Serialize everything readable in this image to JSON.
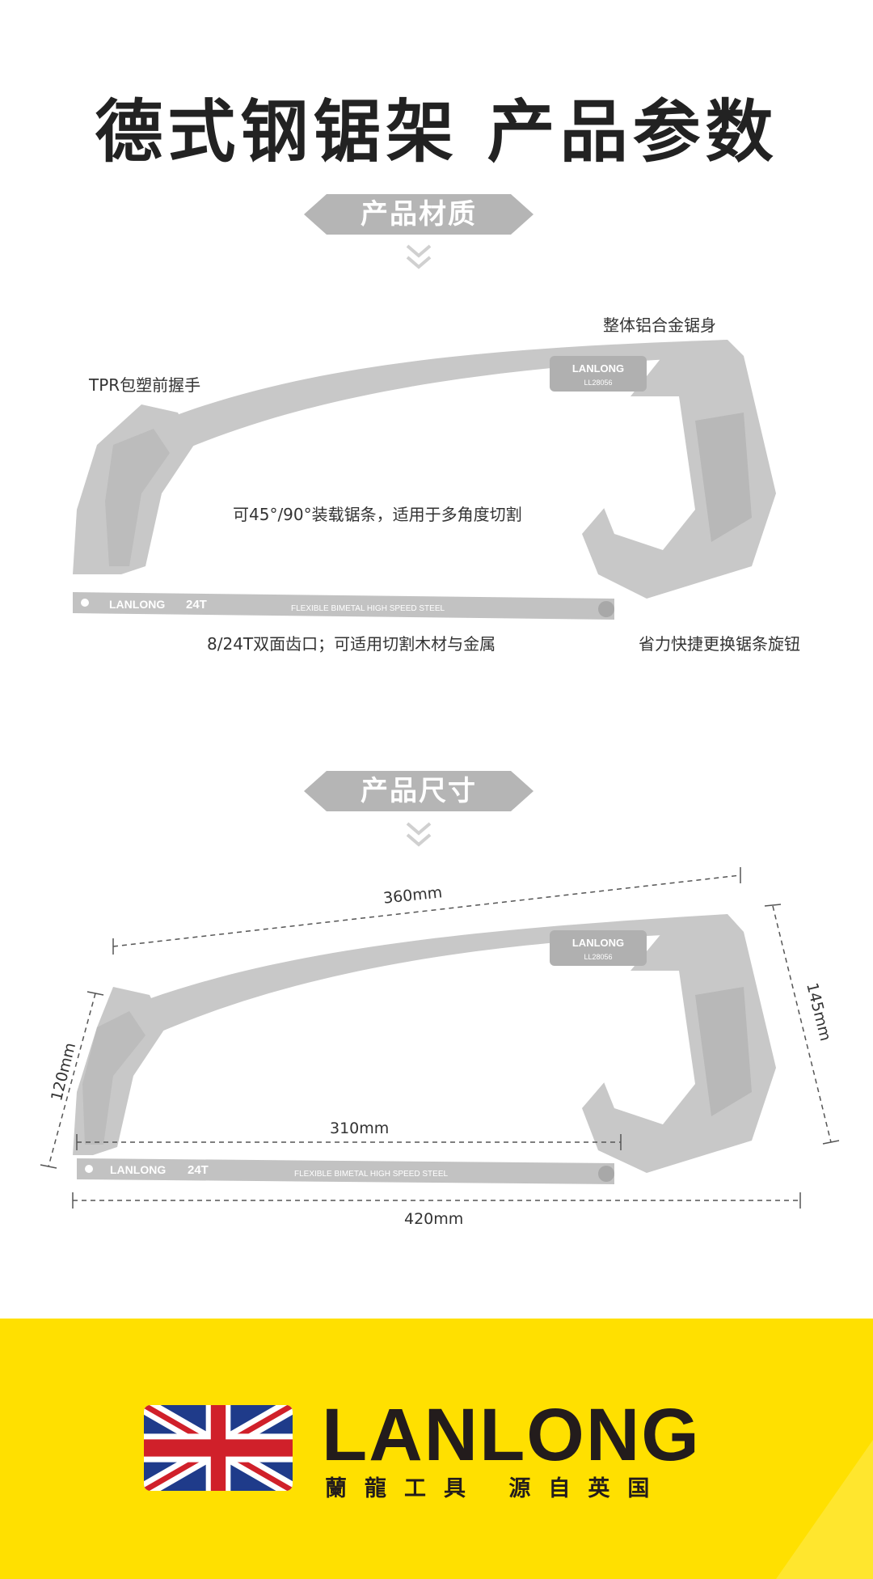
{
  "header": {
    "title": "德式钢锯架  产品参数"
  },
  "sections": [
    {
      "label": "产品材质"
    },
    {
      "label": "产品尺寸"
    }
  ],
  "material_callouts": {
    "body": "整体铝合金锯身",
    "grip": "TPR包塑前握手",
    "angle": "可45°/90°装载锯条，适用于多角度切割",
    "teeth": "8/24T双面齿口；可适用切割木材与金属",
    "knob": "省力快捷更换锯条旋钮"
  },
  "saw_markings": {
    "frame_brand": "LANLONG",
    "frame_model": "LL28056",
    "blade_brand": "LANLONG",
    "blade_teeth": "24T",
    "blade_text": "FLEXIBLE BIMETAL HIGH SPEED STEEL"
  },
  "dimensions": {
    "top_length": "360mm",
    "height_right": "145mm",
    "height_left": "120mm",
    "blade_span": "310mm",
    "overall_length": "420mm"
  },
  "footer": {
    "brand": "LANLONG",
    "subtitle": "蘭龍工具  源自英国"
  },
  "colors": {
    "tag_gray": "#b5b5b5",
    "saw_gray": "#c8c8c8",
    "footer_yellow": "#ffe000",
    "brand_dark": "#231c1c"
  }
}
